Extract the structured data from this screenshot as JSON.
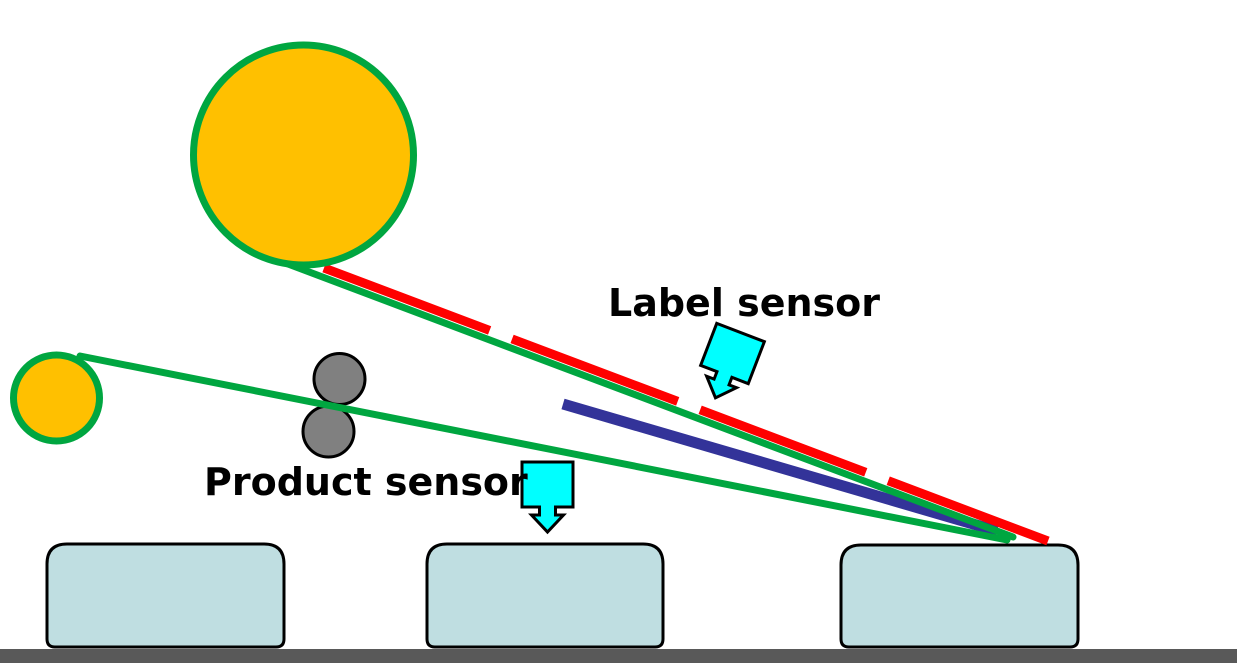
{
  "labels": {
    "label_sensor": "Label sensor",
    "product_sensor": "Product sensor"
  },
  "colors": {
    "roll_orange": "#FFC000",
    "web_green": "#00A640",
    "label_red": "#FF0000",
    "plate_blue": "#333399",
    "sensor_cyan": "#00FFFF",
    "product_fill": "#BFDEE1",
    "roller_gray": "#808080",
    "conveyor_gray": "#595959",
    "outline_black": "#000000",
    "text_black": "#000000",
    "background": "#FFFFFF"
  },
  "components": {
    "supply_roll": "label-supply-roll",
    "rewind_roll": "liner-rewind-roll",
    "rollers": [
      "drive-roller-top",
      "drive-roller-bottom"
    ],
    "lines": [
      "liner-web-line",
      "label-strip-dashed-line",
      "product-web-line",
      "peel-plate-line"
    ],
    "sensors": [
      "label-sensor",
      "product-sensor"
    ],
    "products_count": 3,
    "conveyor": "conveyor-belt"
  }
}
